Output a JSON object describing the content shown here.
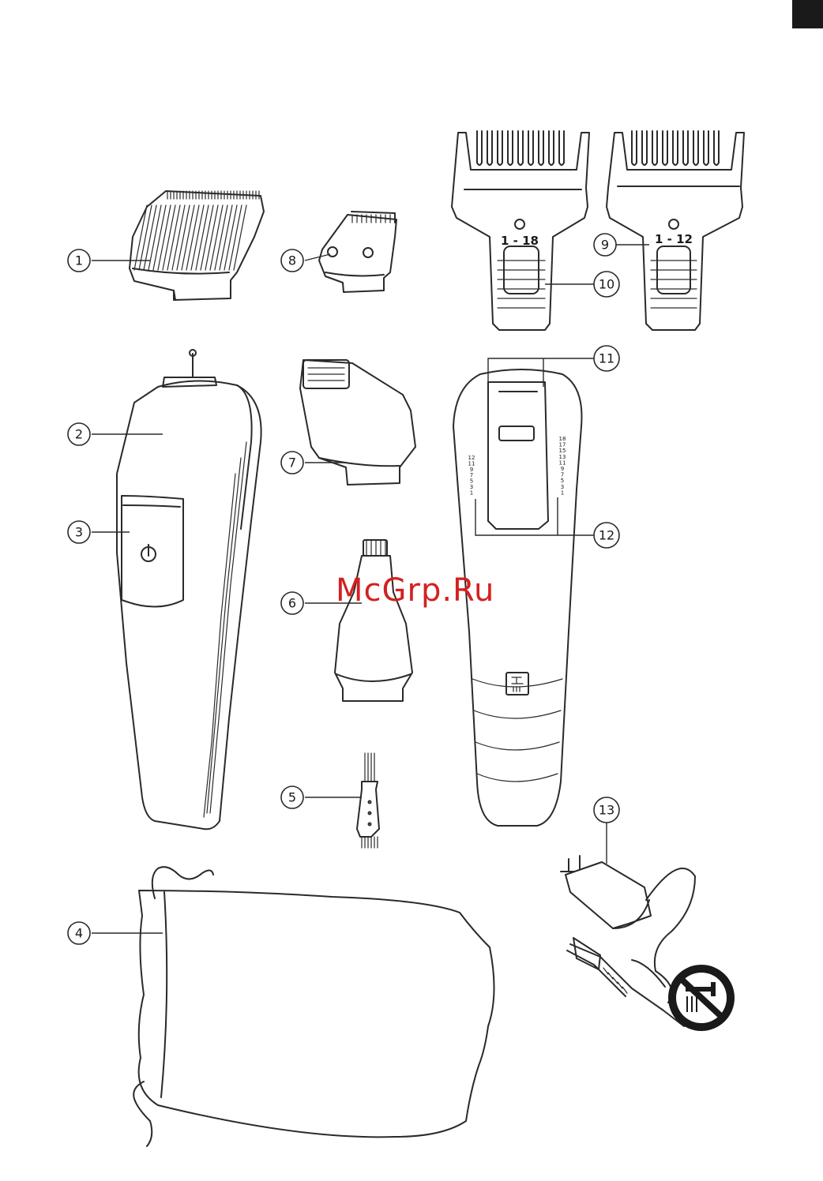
{
  "callouts": [
    {
      "id": "1",
      "label": "1"
    },
    {
      "id": "2",
      "label": "2"
    },
    {
      "id": "3",
      "label": "3"
    },
    {
      "id": "4",
      "label": "4"
    },
    {
      "id": "5",
      "label": "5"
    },
    {
      "id": "6",
      "label": "6"
    },
    {
      "id": "7",
      "label": "7"
    },
    {
      "id": "8",
      "label": "8"
    },
    {
      "id": "9",
      "label": "9"
    },
    {
      "id": "10",
      "label": "10"
    },
    {
      "id": "11",
      "label": "11"
    },
    {
      "id": "12",
      "label": "12"
    },
    {
      "id": "13",
      "label": "13"
    }
  ],
  "comb_large": {
    "range_label": "1 - 18"
  },
  "comb_small": {
    "range_label": "1 - 12"
  },
  "scale_left": [
    "12",
    "11",
    "9",
    "7",
    "5",
    "3",
    "1"
  ],
  "scale_right": [
    "18",
    "17",
    "15",
    "13",
    "11",
    "9",
    "7",
    "5",
    "3",
    "1"
  ],
  "watermark": "McGrp.Ru",
  "icons": [
    "power-icon",
    "water-tap-icon",
    "no-water-icon"
  ],
  "colors": {
    "line": "#2a2a2a",
    "watermark": "#d42020",
    "tab": "#1a1a1a"
  }
}
